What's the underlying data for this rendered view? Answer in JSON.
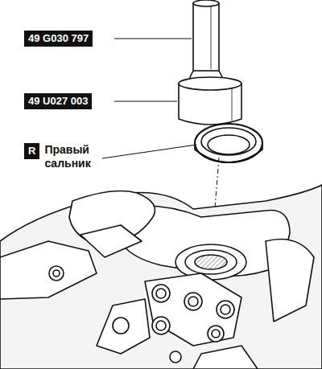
{
  "diagram": {
    "nodes": [
      {
        "text": [
          "49 G030 797"
        ]
      },
      {
        "text": [
          "49 U027 003"
        ]
      },
      {
        "text": [
          "R",
          "Правый сальник"
        ]
      }
    ]
  }
}
